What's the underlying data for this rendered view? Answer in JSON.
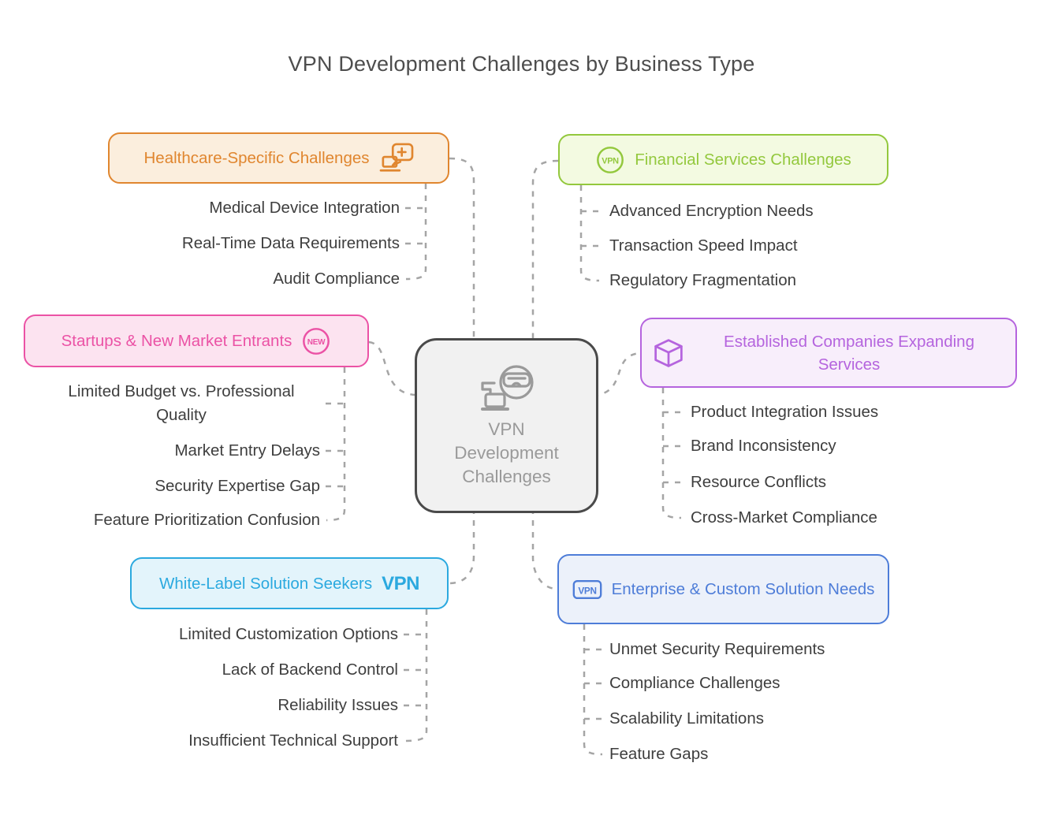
{
  "title": "VPN Development Challenges by Business Type",
  "center_node": {
    "label_lines": [
      "VPN",
      "Development",
      "Challenges"
    ],
    "icon": "vpn-development-laptop-headset-icon"
  },
  "groups": [
    {
      "name": "healthcare",
      "title": "Healthcare-Specific Challenges",
      "icon": "telehealth-laptop-plus-icon",
      "color": "#E0862F",
      "fill": "#FBEEDD",
      "items": [
        "Medical Device Integration",
        "Real-Time Data Requirements",
        "Audit Compliance"
      ]
    },
    {
      "name": "financial",
      "title": "Financial Services Challenges",
      "icon": "vpn-circle-icon",
      "icon_label": "VPN",
      "color": "#93C83D",
      "fill": "#F3FAE1",
      "items": [
        "Advanced Encryption Needs",
        "Transaction Speed Impact",
        "Regulatory Fragmentation"
      ]
    },
    {
      "name": "startups",
      "title": "Startups & New Market Entrants",
      "icon": "new-circle-icon",
      "icon_label": "NEW",
      "color": "#EB52A5",
      "fill": "#FCE3F0",
      "items": [
        "Limited Budget vs. Professional Quality",
        "Market Entry Delays",
        "Security Expertise Gap",
        "Feature Prioritization Confusion"
      ]
    },
    {
      "name": "established",
      "title": "Established Companies Expanding Services",
      "icon": "cube-icon",
      "color": "#B564DE",
      "fill": "#F8EEFB",
      "items": [
        "Product Integration Issues",
        "Brand Inconsistency",
        "Resource Conflicts",
        "Cross-Market Compliance"
      ]
    },
    {
      "name": "whitelabel",
      "title": "White-Label Solution Seekers",
      "icon": "vpn-text-icon",
      "icon_label": "VPN",
      "color": "#2BA9DF",
      "fill": "#E3F4FB",
      "items": [
        "Limited Customization Options",
        "Lack of Backend Control",
        "Reliability Issues",
        "Insufficient Technical Support"
      ]
    },
    {
      "name": "enterprise",
      "title": "Enterprise & Custom Solution Needs",
      "icon": "vpn-badge-icon",
      "icon_label": "VPN",
      "color": "#4E7DD8",
      "fill": "#ECF1FA",
      "items": [
        "Unmet Security Requirements",
        "Compliance Challenges",
        "Scalability Limitations",
        "Feature Gaps"
      ]
    }
  ],
  "colors": {
    "title_text": "#4D4D4D",
    "item_text": "#3E3E3E",
    "connector": "#A5A5A5",
    "center_border": "#4A4A4A",
    "center_fill": "#F1F1F1",
    "center_text": "#9A9A9A"
  }
}
